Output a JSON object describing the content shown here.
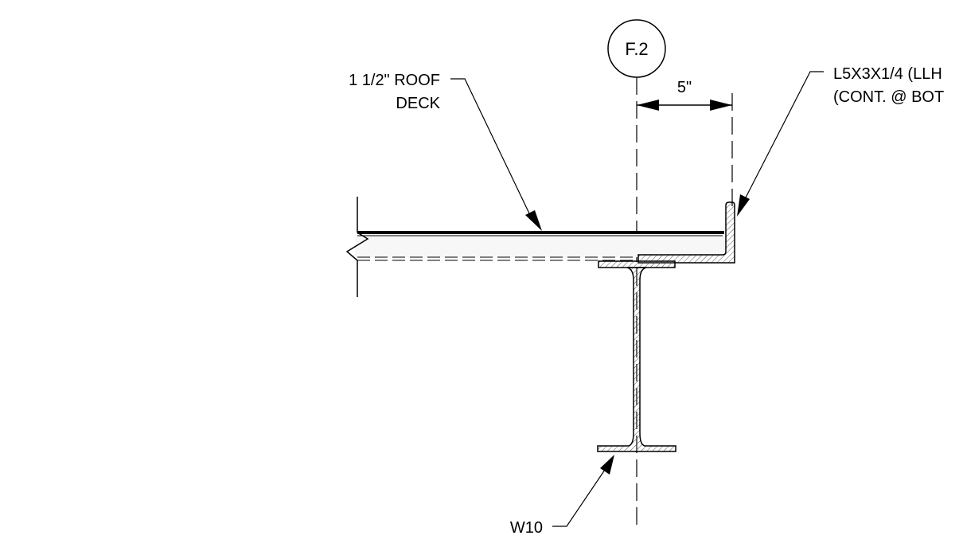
{
  "grid_line": {
    "label": "F.2"
  },
  "dimension": {
    "label": "5\""
  },
  "deck_callout": {
    "line1": "1 1/2\" ROOF",
    "line2": "DECK"
  },
  "angle_callout": {
    "line1": "L5X3X1/4 (LLH",
    "line2": "(CONT. @ BOT"
  },
  "beam_callout": {
    "label": "W10"
  },
  "colors": {
    "line": "#000000",
    "hatch": "#555555",
    "background": "#ffffff"
  }
}
